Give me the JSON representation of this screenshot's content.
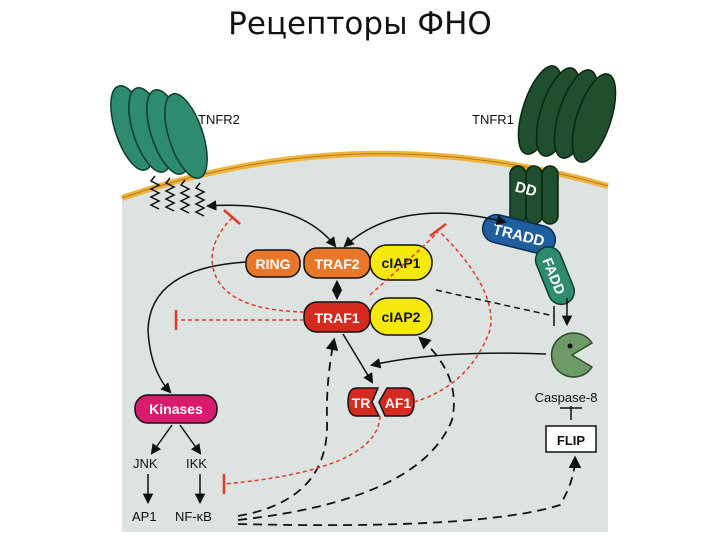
{
  "title": "Рецепторы ФНО",
  "receptors": {
    "tnfr2": "TNFR2",
    "tnfr1": "TNFR1"
  },
  "adaptors": {
    "dd": "DD",
    "tradd": "TRADD",
    "fadd": "FADD"
  },
  "complex": {
    "ring": "RING",
    "traf2": "TRAF2",
    "ciap1": "cIAP1",
    "traf1": "TRAF1",
    "ciap2": "cIAP2",
    "traf1_cleaved_left": "TR",
    "traf1_cleaved_right": "AF1"
  },
  "caspase": "Caspase-8",
  "flip": "FLIP",
  "kinases": "Kinases",
  "pathways": {
    "jnk": "JNK",
    "ikk": "IKK",
    "ap1": "AP1",
    "nfkb": "NF-κB"
  },
  "colors": {
    "cell": "#dde3e0",
    "membrane": "#f0b43c",
    "tnfr2": "#2e8b6f",
    "tnfr1": "#1f4f2c",
    "tradd": "#1f5fa0",
    "fadd": "#2e8b6f",
    "orange": "#e8772a",
    "yellow": "#f5e90c",
    "red": "#d42a1f",
    "magenta": "#d81b6d",
    "caspase": "#6e9a68",
    "inhibition": "#e03a2a"
  }
}
